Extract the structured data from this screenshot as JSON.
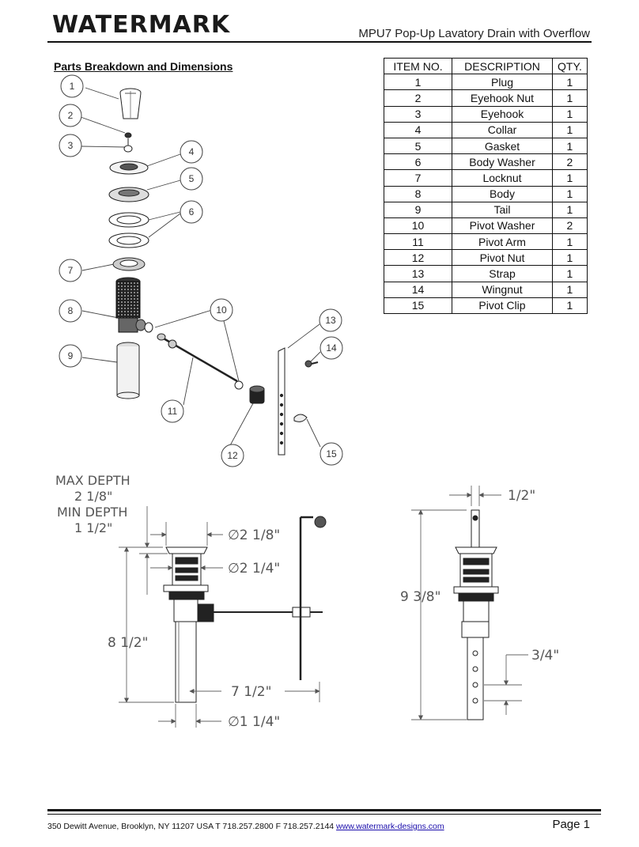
{
  "header": {
    "logo_text": "WATERMARK",
    "doc_title": "MPU7 Pop-Up Lavatory Drain with Overflow"
  },
  "section_title": "Parts Breakdown and Dimensions",
  "parts_table": {
    "headers": [
      "ITEM NO.",
      "DESCRIPTION",
      "QTY."
    ],
    "rows": [
      [
        "1",
        "Plug",
        "1"
      ],
      [
        "2",
        "Eyehook Nut",
        "1"
      ],
      [
        "3",
        "Eyehook",
        "1"
      ],
      [
        "4",
        "Collar",
        "1"
      ],
      [
        "5",
        "Gasket",
        "1"
      ],
      [
        "6",
        "Body Washer",
        "2"
      ],
      [
        "7",
        "Locknut",
        "1"
      ],
      [
        "8",
        "Body",
        "1"
      ],
      [
        "9",
        "Tail",
        "1"
      ],
      [
        "10",
        "Pivot Washer",
        "2"
      ],
      [
        "11",
        "Pivot Arm",
        "1"
      ],
      [
        "12",
        "Pivot Nut",
        "1"
      ],
      [
        "13",
        "Strap",
        "1"
      ],
      [
        "14",
        "Wingnut",
        "1"
      ],
      [
        "15",
        "Pivot Clip",
        "1"
      ]
    ]
  },
  "callouts": [
    "1",
    "2",
    "3",
    "4",
    "5",
    "6",
    "7",
    "8",
    "9",
    "10",
    "11",
    "12",
    "13",
    "14",
    "15"
  ],
  "dimensions": {
    "max_depth_label": "MAX DEPTH",
    "max_depth_value": "2 1/8\"",
    "min_depth_label": "MIN DEPTH",
    "min_depth_value": "1 1/2\"",
    "flange_dia": "∅2 1/8\"",
    "body_dia": "∅2 1/4\"",
    "total_height": "8 1/2\"",
    "arm_length": "7 1/2\"",
    "tail_dia": "∅1 1/4\"",
    "strap_width": "1/2\"",
    "strap_height": "9 3/8\"",
    "strap_hole": "3/4\""
  },
  "footer": {
    "address": "350 Dewitt Avenue, Brooklyn, NY  11207 USA T 718.257.2800 F 718.257.2144 ",
    "link_text": "www.watermark-designs.com",
    "page_label": "Page 1"
  }
}
